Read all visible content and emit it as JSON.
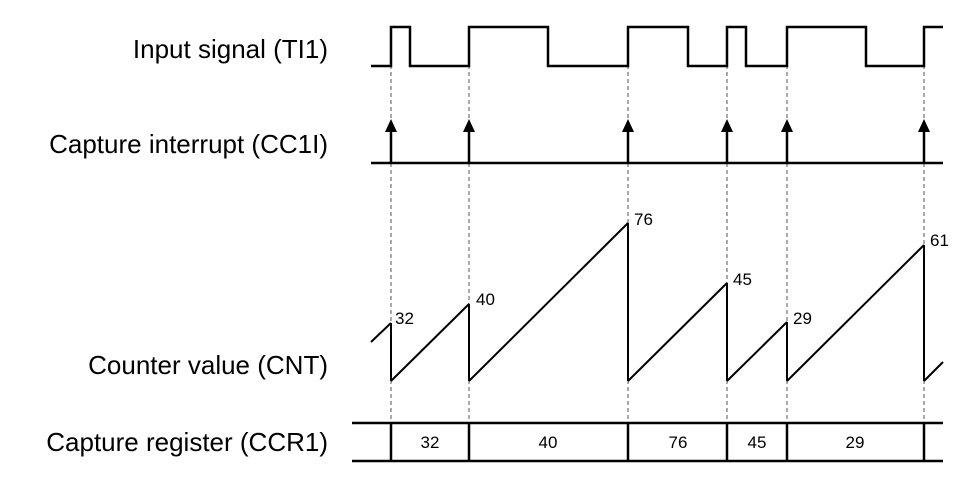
{
  "labels": {
    "input_signal": "Input signal (TI1)",
    "capture_interrupt": "Capture interrupt (CC1I)",
    "counter_value": "Counter value (CNT)",
    "capture_register": "Capture register (CCR1)"
  },
  "counter_peaks": [
    "32",
    "40",
    "76",
    "45",
    "29",
    "61"
  ],
  "register_values": [
    "32",
    "40",
    "76",
    "45",
    "29"
  ],
  "colors": {
    "ink": "#000000",
    "guide": "#555555",
    "background": "#ffffff"
  }
}
